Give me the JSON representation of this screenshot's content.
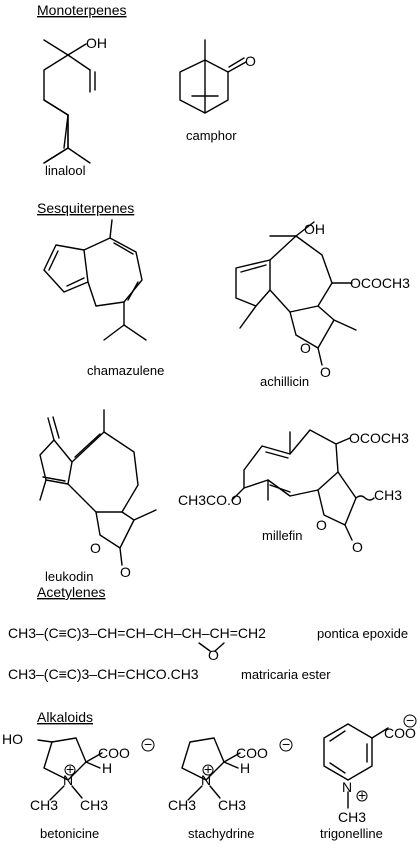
{
  "sections": {
    "monoterpenes": "Monoterpenes",
    "sesquiterpenes": "Sesquiterpenes",
    "acetylenes": "Acetylenes",
    "alkaloids": "Alkaloids"
  },
  "compounds": {
    "linalool": "linalool",
    "camphor": "camphor",
    "chamazulene": "chamazulene",
    "achillicin": "achillicin",
    "leukodin": "leukodin",
    "millefin": "millefin",
    "pontica_epoxide": "pontica epoxide",
    "matricaria_ester": "matricaria ester",
    "betonicine": "betonicine",
    "stachydrine": "stachydrine",
    "trigonelline": "trigonelline"
  },
  "atom_labels": {
    "oh": "OH",
    "o": "O",
    "ho": "HO",
    "ococh3": "OCOCH3",
    "ch3coo": "CH3CO.O",
    "ch3": "CH3",
    "coo": "COO",
    "h": "H",
    "n": "N",
    "plus": "+",
    "minus": "−"
  },
  "formulas": {
    "pontica": "CH3–(C≡C)3–CH=CH–CH–CH–CH=CH2",
    "pontica_o": "O",
    "matricaria": "CH3–(C≡C)3–CH=CHCO.CH3"
  }
}
